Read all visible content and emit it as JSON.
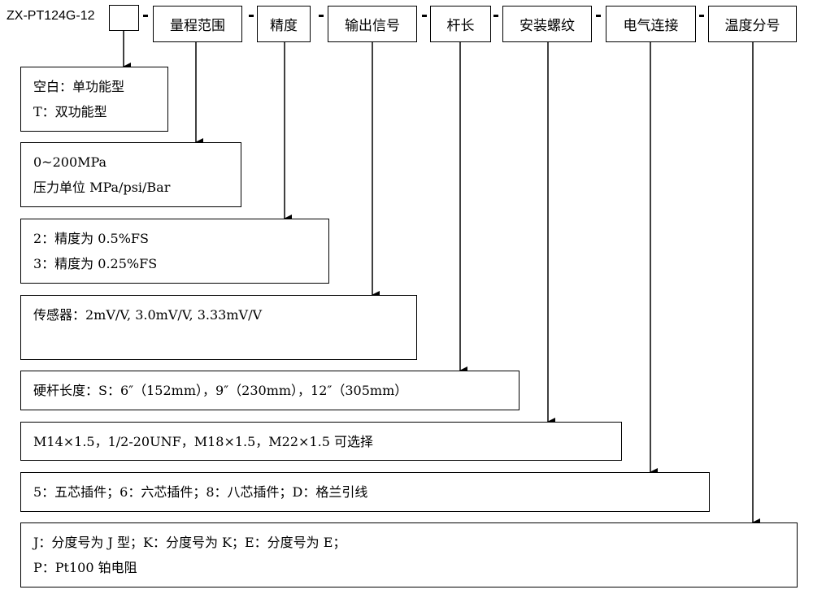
{
  "model_code": "ZX-PT124G-12",
  "code_fields": [
    {
      "id": "option",
      "label": ""
    },
    {
      "id": "range",
      "label": "量程范围"
    },
    {
      "id": "accuracy",
      "label": "精度"
    },
    {
      "id": "output",
      "label": "输出信号"
    },
    {
      "id": "rod",
      "label": "杆长"
    },
    {
      "id": "thread",
      "label": "安装螺纹"
    },
    {
      "id": "electrical",
      "label": "电气连接"
    },
    {
      "id": "temp",
      "label": "温度分号"
    }
  ],
  "descriptions": [
    {
      "field": "option",
      "lines": [
        "空白：单功能型",
        "T：双功能型"
      ]
    },
    {
      "field": "range",
      "lines": [
        "0~200MPa",
        "压力单位 MPa/psi/Bar"
      ]
    },
    {
      "field": "accuracy",
      "lines": [
        "2：精度为 0.5%FS",
        "3：精度为 0.25%FS"
      ]
    },
    {
      "field": "output",
      "lines": [
        "传感器：2mV/V, 3.0mV/V, 3.33mV/V"
      ]
    },
    {
      "field": "rod",
      "lines": [
        "硬杆长度：S：6″（152mm），9″（230mm），12″（305mm）"
      ]
    },
    {
      "field": "thread",
      "lines": [
        "M14×1.5，1/2-20UNF，M18×1.5，M22×1.5 可选择"
      ]
    },
    {
      "field": "electrical",
      "lines": [
        "5：五芯插件；6：六芯插件；8：八芯插件；D：格兰引线"
      ]
    },
    {
      "field": "temp",
      "lines": [
        "J：分度号为 J 型；K：分度号为 K；E：分度号为 E；",
        "P：Pt100 铂电阻"
      ]
    }
  ]
}
